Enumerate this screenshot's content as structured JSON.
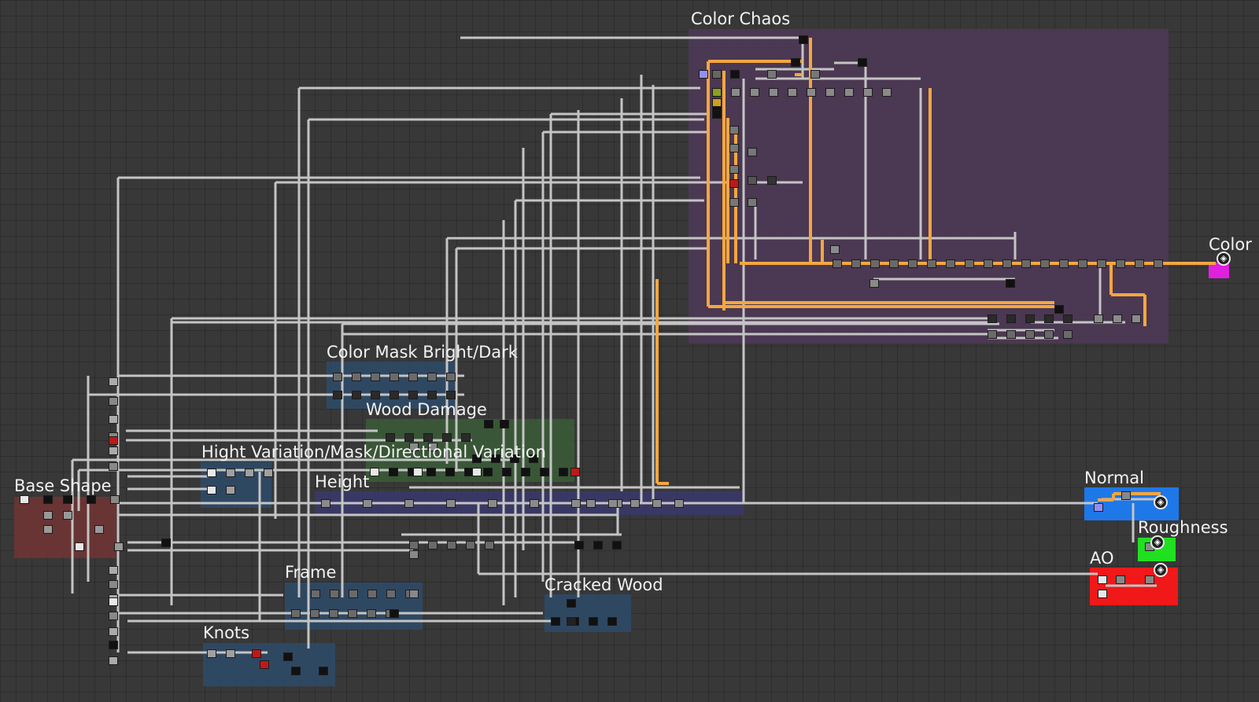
{
  "frames": [
    {
      "id": "color-chaos",
      "title": "Color Chaos",
      "color": "#4d3855"
    },
    {
      "id": "color-mask",
      "title": "Color Mask Bright/Dark",
      "color": "#2f4a66"
    },
    {
      "id": "wood-damage",
      "title": "Wood Damage",
      "color": "#3a5a36"
    },
    {
      "id": "hight-variation",
      "title": "Hight Variation/Mask/Directional Variation",
      "color": "#2f4a66"
    },
    {
      "id": "height",
      "title": "Height",
      "color": "#3a3868"
    },
    {
      "id": "base-shape",
      "title": "Base Shape",
      "color": "#6e3434"
    },
    {
      "id": "frame",
      "title": "Frame",
      "color": "#2f4a66"
    },
    {
      "id": "cracked-wood",
      "title": "Cracked Wood",
      "color": "#2f4a66"
    },
    {
      "id": "knots",
      "title": "Knots",
      "color": "#2f4a66"
    }
  ],
  "outputs": [
    {
      "id": "color",
      "title": "Color",
      "color": "#e020e0",
      "icon": "output-icon"
    },
    {
      "id": "normal",
      "title": "Normal",
      "color": "#1e78e8",
      "icon": "output-icon"
    },
    {
      "id": "roughness",
      "title": "Roughness",
      "color": "#20e020",
      "icon": "output-icon"
    },
    {
      "id": "ao",
      "title": "AO",
      "color": "#f01818",
      "icon": "output-icon"
    }
  ],
  "colors": {
    "background": "#383838",
    "wire": "#c4c4c4",
    "wire_active": "#f5a640"
  }
}
